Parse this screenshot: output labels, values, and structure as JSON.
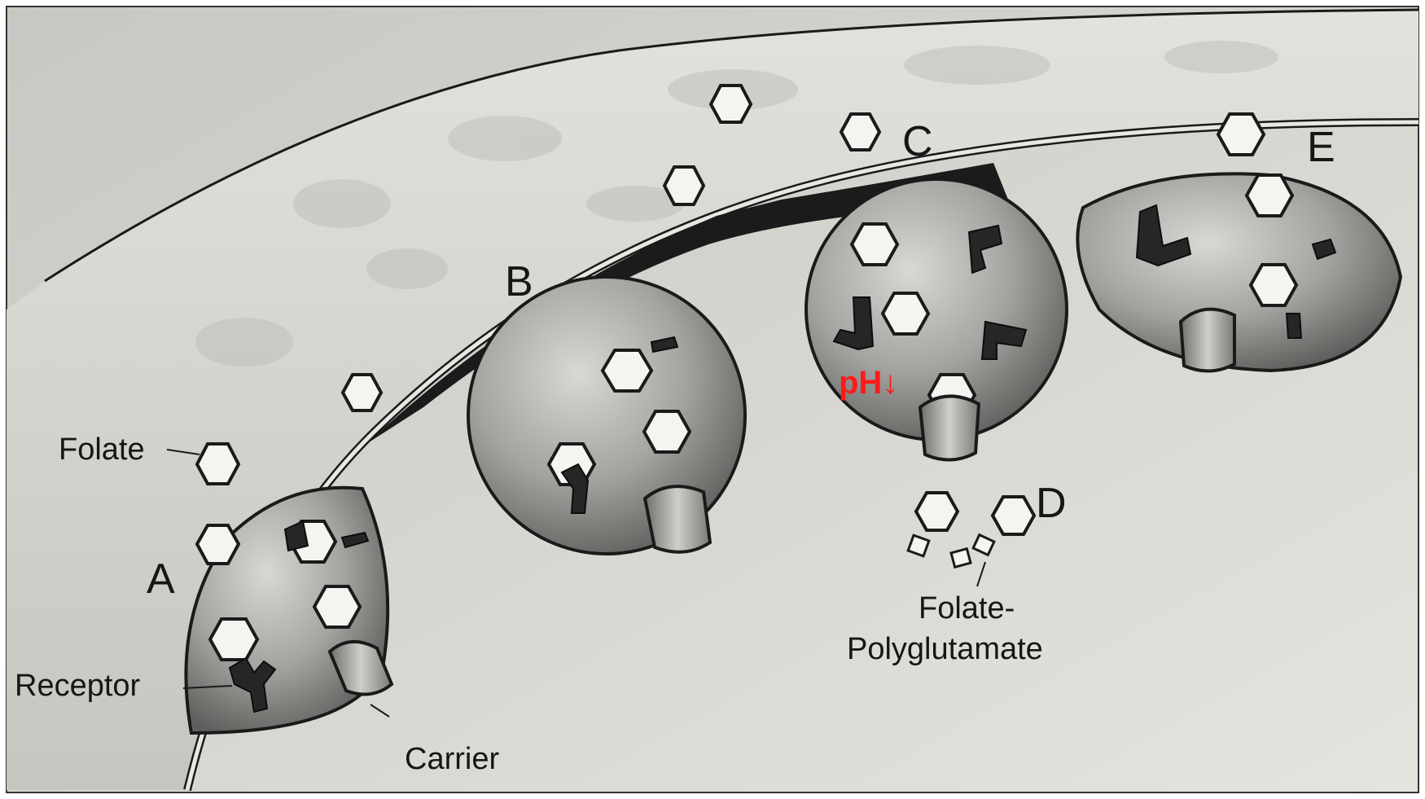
{
  "labels": {
    "step_a": "A",
    "step_b": "B",
    "step_c": "C",
    "step_d": "D",
    "step_e": "E",
    "folate": "Folate",
    "receptor": "Receptor",
    "carrier": "Carrier",
    "folate_polyglutamate_line1": "Folate-",
    "folate_polyglutamate_line2": "Polyglutamate",
    "ph_drop": "pH↓"
  },
  "colors": {
    "ph_annotation": "#ff1a1a",
    "background": "#ffffff",
    "cytoplasm": "#dcdcd6",
    "membrane_surface": "#d2d2cc",
    "vesicle_interior": "#9a9a96",
    "outline": "#1a1a1a"
  },
  "icons": {
    "folate": "hexagon-molecule",
    "receptor": "dark-receptor-protein",
    "carrier": "curved-carrier-channel"
  }
}
